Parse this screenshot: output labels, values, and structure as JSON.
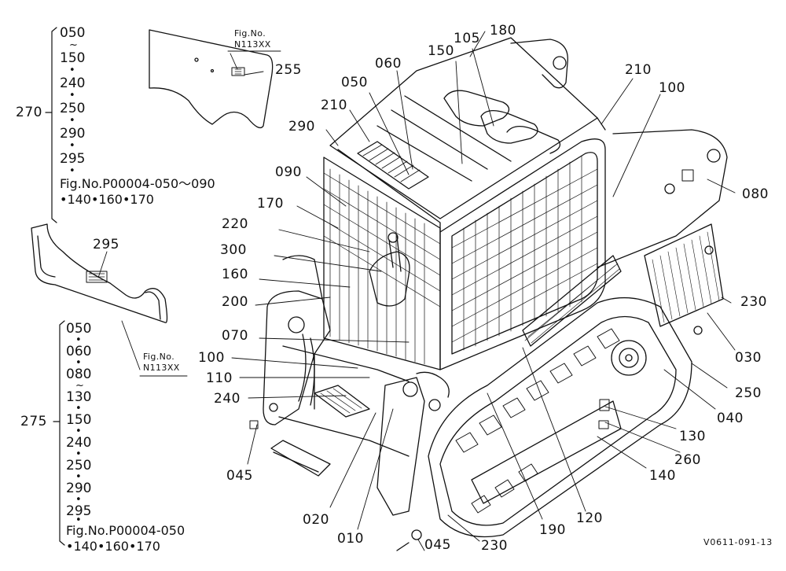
{
  "callouts": [
    {
      "id": "c180",
      "text": "180"
    },
    {
      "id": "c105",
      "text": "105"
    },
    {
      "id": "c150a",
      "text": "150"
    },
    {
      "id": "c060",
      "text": "060"
    },
    {
      "id": "c050",
      "text": "050"
    },
    {
      "id": "c210a",
      "text": "210"
    },
    {
      "id": "c290",
      "text": "290"
    },
    {
      "id": "c210b",
      "text": "210"
    },
    {
      "id": "c100a",
      "text": "100"
    },
    {
      "id": "c090",
      "text": "090"
    },
    {
      "id": "c080",
      "text": "080"
    },
    {
      "id": "c170",
      "text": "170"
    },
    {
      "id": "c220",
      "text": "220"
    },
    {
      "id": "c300",
      "text": "300"
    },
    {
      "id": "c160",
      "text": "160"
    },
    {
      "id": "c200",
      "text": "200"
    },
    {
      "id": "c230a",
      "text": "230"
    },
    {
      "id": "c070",
      "text": "070"
    },
    {
      "id": "c030",
      "text": "030"
    },
    {
      "id": "c100b",
      "text": "100"
    },
    {
      "id": "c110",
      "text": "110"
    },
    {
      "id": "c250",
      "text": "250"
    },
    {
      "id": "c240",
      "text": "240"
    },
    {
      "id": "c040",
      "text": "040"
    },
    {
      "id": "c130",
      "text": "130"
    },
    {
      "id": "c260",
      "text": "260"
    },
    {
      "id": "c140",
      "text": "140"
    },
    {
      "id": "c045a",
      "text": "045"
    },
    {
      "id": "c020",
      "text": "020"
    },
    {
      "id": "c120",
      "text": "120"
    },
    {
      "id": "c010",
      "text": "010"
    },
    {
      "id": "c045b",
      "text": "045"
    },
    {
      "id": "c230b",
      "text": "230"
    },
    {
      "id": "c190",
      "text": "190"
    },
    {
      "id": "c255",
      "text": "255"
    },
    {
      "id": "c295",
      "text": "295"
    }
  ],
  "group270": {
    "label": "270",
    "items": [
      "050",
      "150",
      "240",
      "250",
      "290",
      "295"
    ],
    "separators": [
      "~",
      "•",
      "•",
      "•",
      "•",
      "•"
    ],
    "ref_line1": "Fig.No.P00004-050～090",
    "ref_line2": "•140•160•170"
  },
  "group275": {
    "label": "275",
    "items": [
      "050",
      "060",
      "080",
      "130",
      "150",
      "240",
      "250",
      "290",
      "295"
    ],
    "separators": [
      "•",
      "•",
      "~",
      "•",
      "•",
      "•",
      "•",
      "•",
      "•"
    ],
    "ref_line1": "Fig.No.P00004-050",
    "ref_line2": "•140•160•170"
  },
  "fig_refs": {
    "top": {
      "line1": "Fig.No.",
      "line2": "N113XX"
    },
    "mid": {
      "line1": "Fig.No.",
      "line2": "N113XX"
    }
  },
  "drawing_code": "V0611-091-13"
}
